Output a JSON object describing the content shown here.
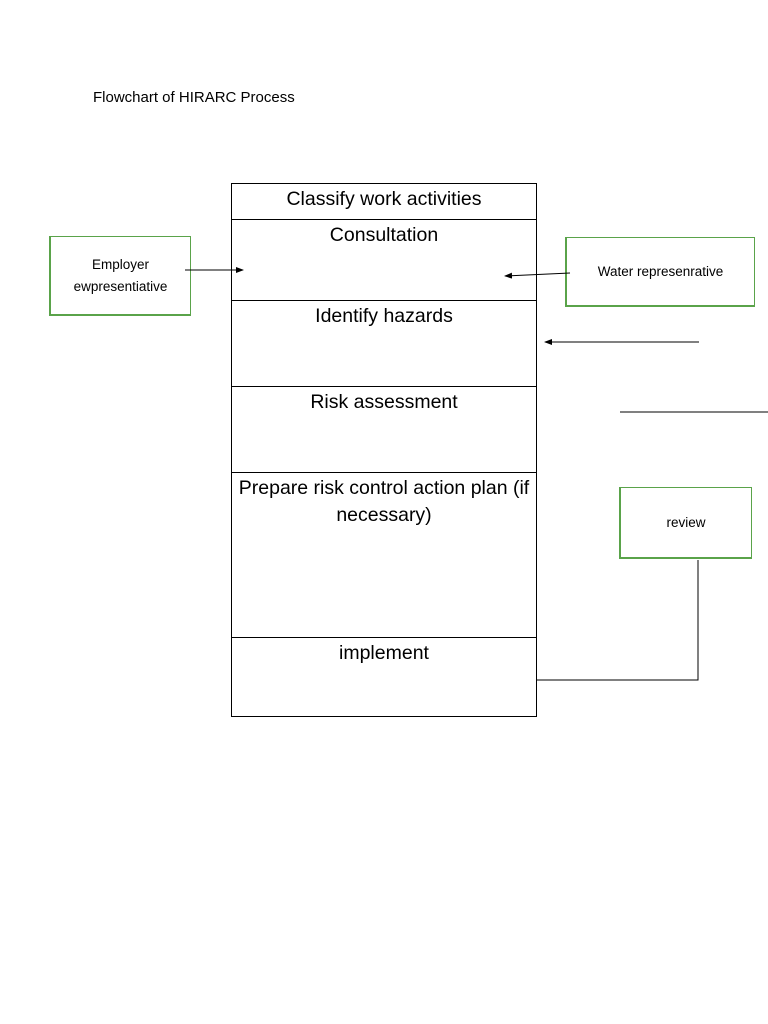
{
  "title": "Flowchart of HIRARC Process",
  "steps": [
    "Classify work activities",
    "Consultation",
    "Identify hazards",
    "Risk assessment",
    "Prepare risk control action plan (if necessary)",
    "implement"
  ],
  "side_boxes": {
    "employer": "Employer ewpresentiative",
    "worker": "Water represenrative",
    "review": "review"
  },
  "colors": {
    "side_box_border": "#5aa34a",
    "lines": "#000000"
  }
}
